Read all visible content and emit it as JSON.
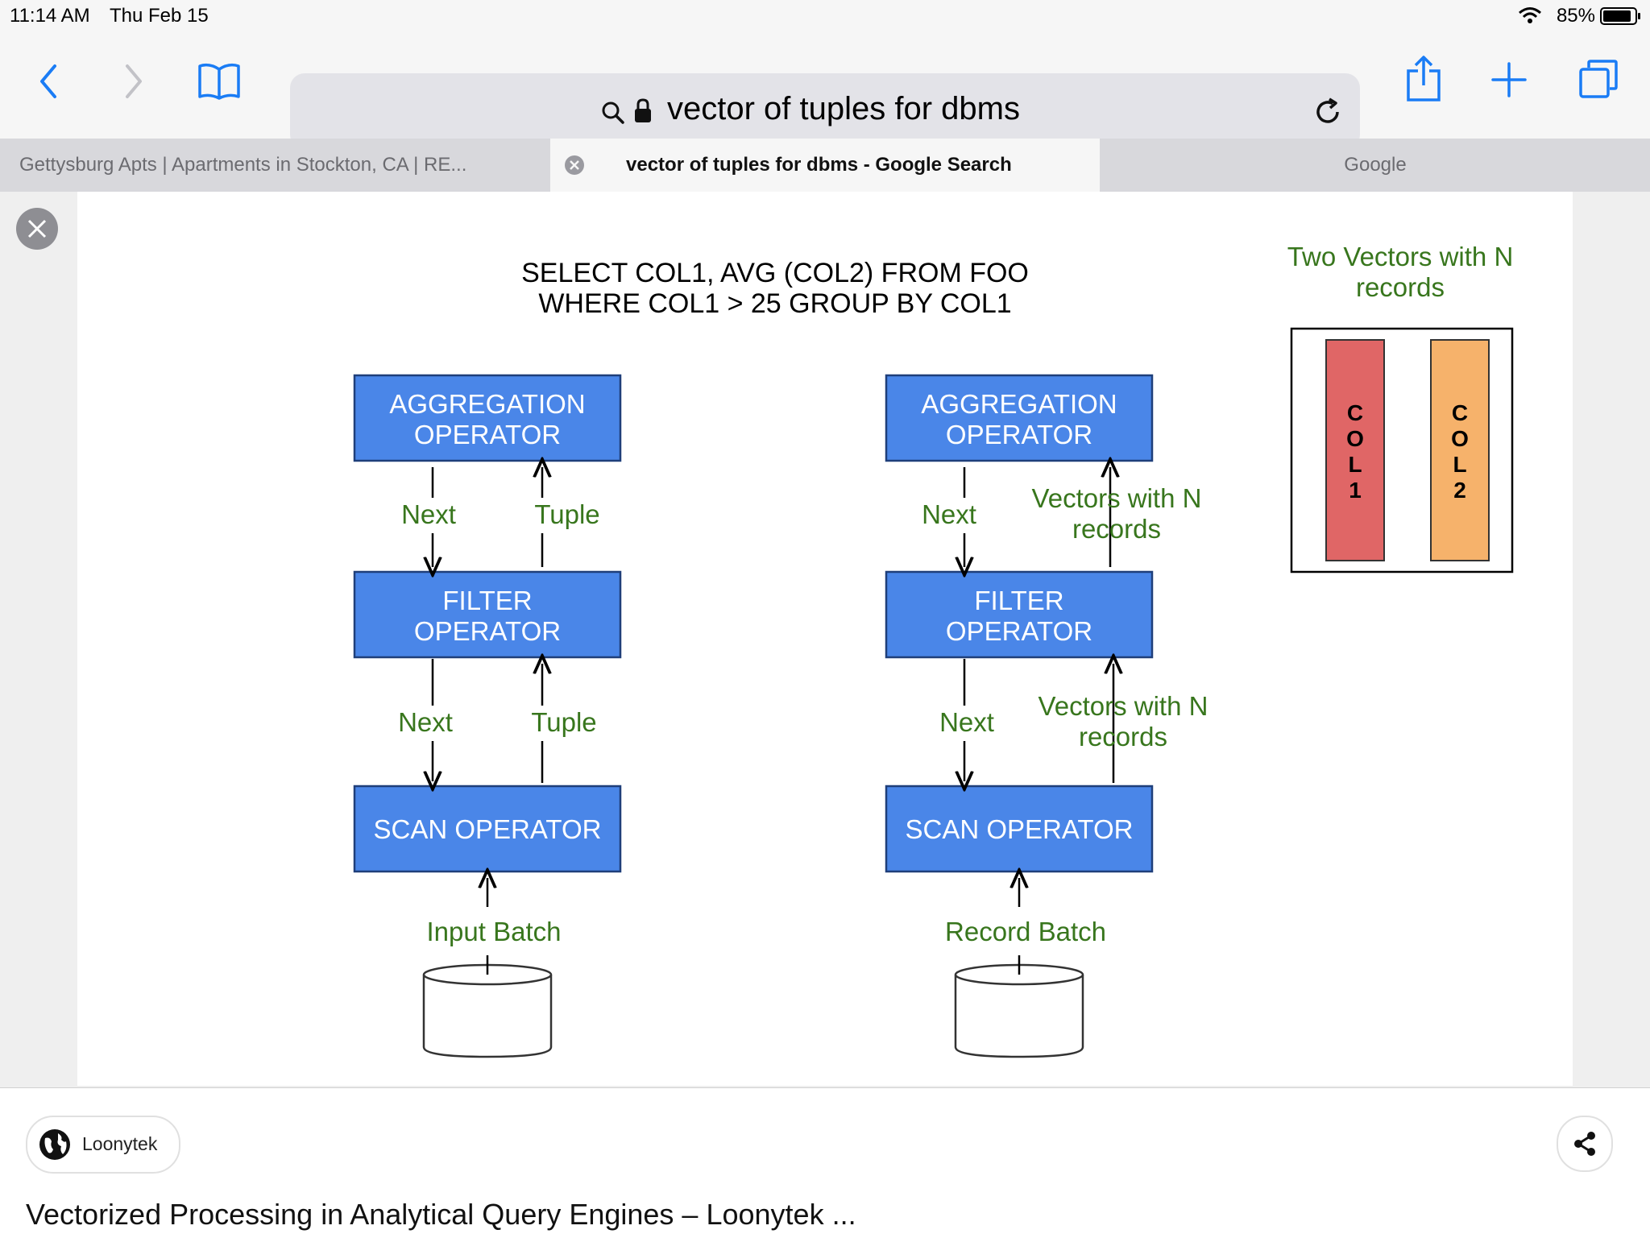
{
  "status_bar": {
    "time": "11:14 AM",
    "date": "Thu Feb 15",
    "battery": "85%"
  },
  "toolbar": {
    "back_icon": "chevron-left-icon",
    "forward_icon": "chevron-right-icon",
    "bookmarks_icon": "book-icon",
    "search_icon": "search-icon",
    "lock_icon": "lock-icon",
    "url_text": "vector of tuples for dbms",
    "reload_icon": "reload-icon",
    "share_icon": "share-icon",
    "new_tab_icon": "plus-icon",
    "tabs_icon": "tabs-icon",
    "accent_color": "#1a7cf5"
  },
  "tabs": [
    {
      "label": "Gettysburg Apts | Apartments in Stockton, CA | RE...",
      "active": false
    },
    {
      "label": "vector of tuples for dbms - Google Search",
      "active": true
    },
    {
      "label": "Google",
      "active": false
    }
  ],
  "diagram": {
    "query_line1": "SELECT COL1, AVG (COL2) FROM FOO",
    "query_line2": "WHERE COL1 > 25 GROUP BY COL1",
    "legend_title_line1": "Two Vectors with N",
    "legend_title_line2": "records",
    "col1_label": [
      "C",
      "O",
      "L",
      "1"
    ],
    "col2_label": [
      "C",
      "O",
      "L",
      "2"
    ],
    "left": {
      "agg_line1": "AGGREGATION",
      "agg_line2": "OPERATOR",
      "filter_line1": "FILTER",
      "filter_line2": "OPERATOR",
      "scan": "SCAN OPERATOR",
      "next_1": "Next",
      "up_1": "Tuple",
      "next_2": "Next",
      "up_2": "Tuple",
      "batch": "Input Batch"
    },
    "right": {
      "agg_line1": "AGGREGATION",
      "agg_line2": "OPERATOR",
      "filter_line1": "FILTER",
      "filter_line2": "OPERATOR",
      "scan": "SCAN OPERATOR",
      "next_1": "Next",
      "up_1_line1": "Vectors with N",
      "up_1_line2": "records",
      "next_2": "Next",
      "up_2_line1": "Vectors with N",
      "up_2_line2": "records",
      "batch": "Record Batch"
    },
    "colors": {
      "operator_blue": "#4a86e8",
      "label_green": "#38761d",
      "col1_red": "#e06666",
      "col2_orange": "#f6b26b"
    }
  },
  "footer": {
    "source_icon": "globe-icon",
    "source_name": "Loonytek",
    "share_icon": "share-icon",
    "title": "Vectorized Processing in Analytical Query Engines – Loonytek ..."
  }
}
